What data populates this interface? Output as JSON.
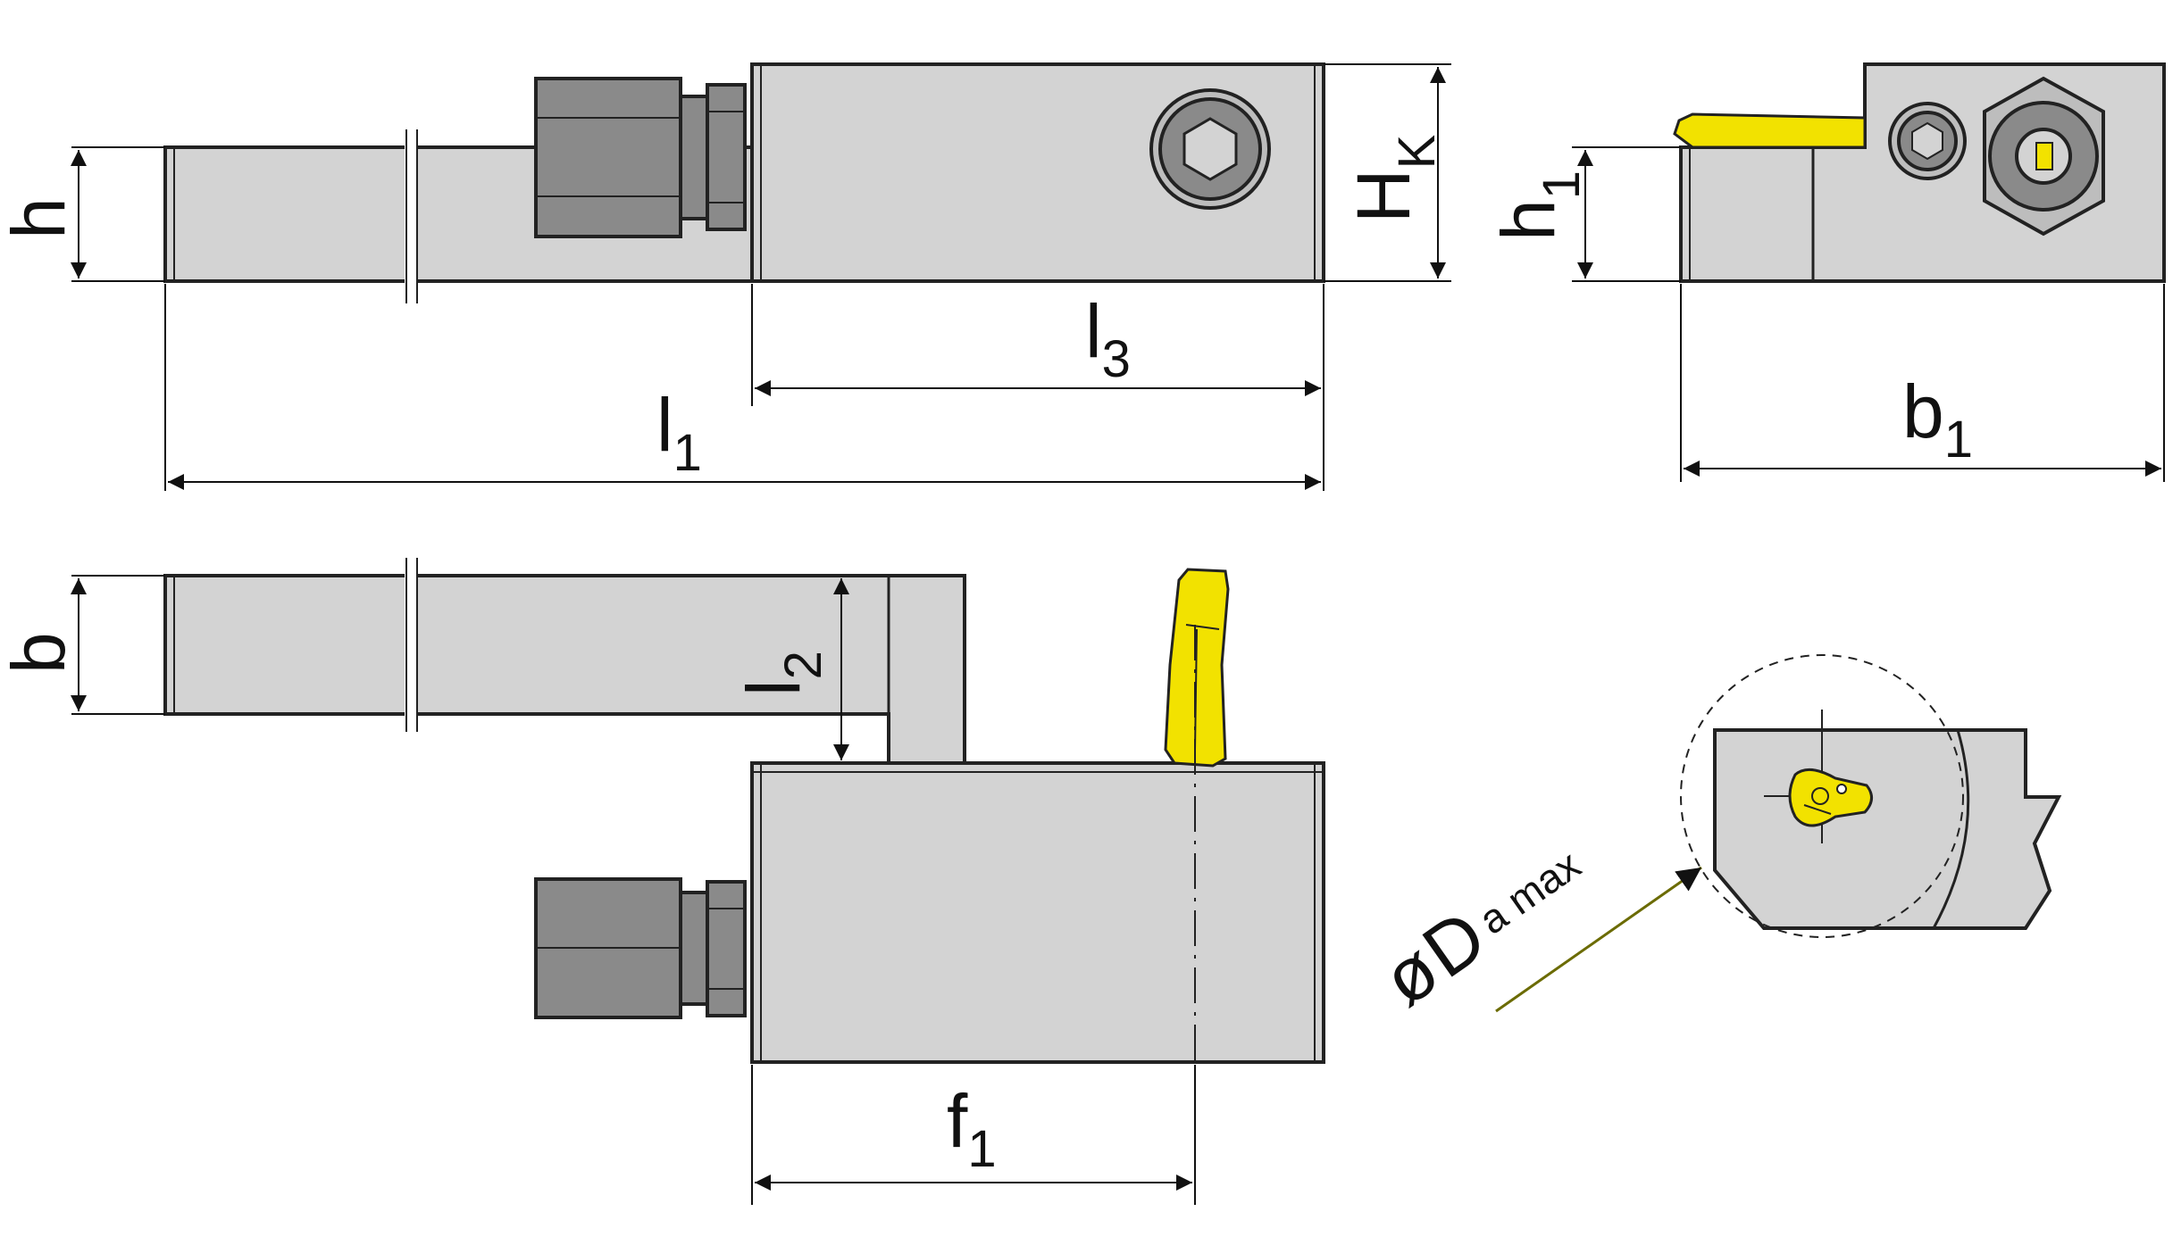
{
  "labels": {
    "h": "h",
    "hk_main": "H",
    "hk_sub": "K",
    "h1_main": "h",
    "h1_sub": "1",
    "l3_main": "l",
    "l3_sub": "3",
    "l1_main": "l",
    "l1_sub": "1",
    "b1_main": "b",
    "b1_sub": "1",
    "b": "b",
    "l2_main": "l",
    "l2_sub": "2",
    "f1_main": "f",
    "f1_sub": "1",
    "da_phi": "ø",
    "da_main": "D",
    "da_sub": "a max"
  },
  "colors": {
    "body": "#d3d3d3",
    "dark_part": "#8a8a8a",
    "insert": "#f2e200",
    "outline": "#222222",
    "leader": "#6b6b00"
  }
}
